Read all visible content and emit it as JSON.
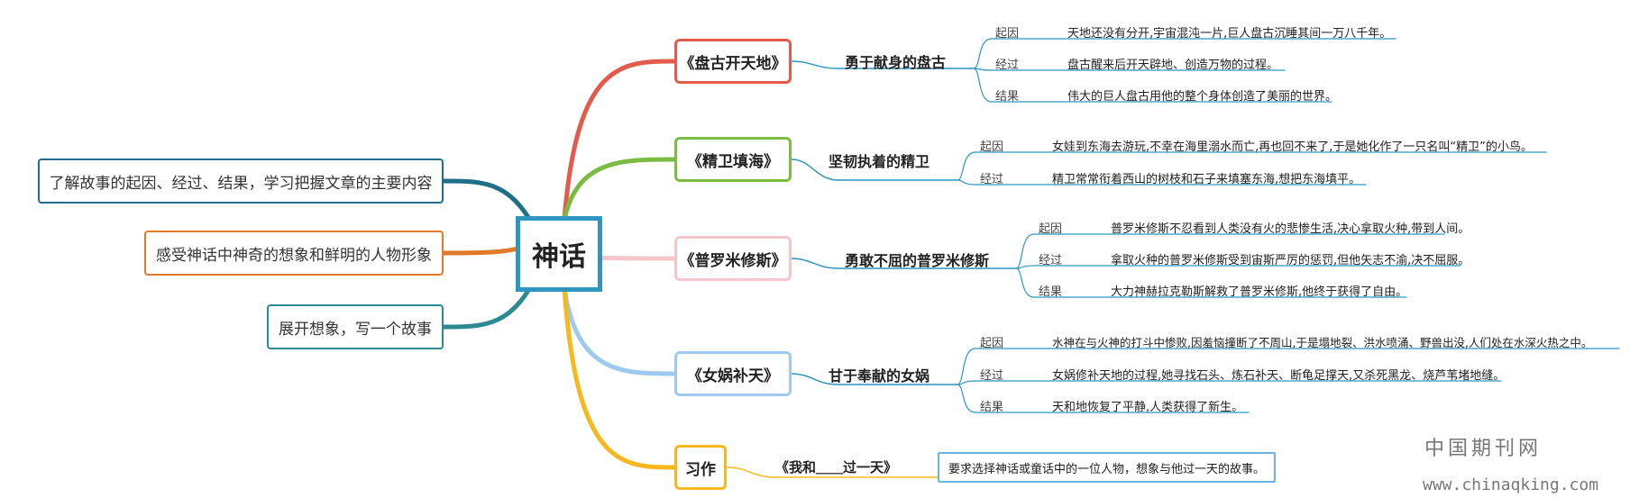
{
  "center": {
    "title": "神话"
  },
  "goals": [
    {
      "text": "了解故事的起因、经过、结果，学习把握文章的主要内容",
      "color": "#1f6f8b"
    },
    {
      "text": "感受神话中神奇的想象和鲜明的人物形象",
      "color": "#e07a2a"
    },
    {
      "text": "展开想象，写一个故事",
      "color": "#2e8a92"
    }
  ],
  "stories": [
    {
      "title": "《盘古开天地》",
      "subtitle": "勇于献身的盘古",
      "color": "#e25b4c",
      "details": [
        {
          "label": "起因",
          "text": "天地还没有分开,宇宙混沌一片,巨人盘古沉睡其间一万八千年。"
        },
        {
          "label": "经过",
          "text": "盘古醒来后开天辟地、创造万物的过程。"
        },
        {
          "label": "结果",
          "text": "伟大的巨人盘古用他的整个身体创造了美丽的世界。"
        }
      ]
    },
    {
      "title": "《精卫填海》",
      "subtitle": "坚韧执着的精卫",
      "color": "#7cbc43",
      "details": [
        {
          "label": "起因",
          "text": "女娃到东海去游玩,不幸在海里溺水而亡,再也回不来了,于是她化作了一只名叫“精卫”的小鸟。"
        },
        {
          "label": "经过",
          "text": "精卫常常衔着西山的树枝和石子来填塞东海,想把东海填平。"
        }
      ]
    },
    {
      "title": "《普罗米修斯》",
      "subtitle": "勇敢不屈的普罗米修斯",
      "color": "#f4c6cb",
      "details": [
        {
          "label": "起因",
          "text": "普罗米修斯不忍看到人类没有火的悲惨生活,决心拿取火种,带到人间。"
        },
        {
          "label": "经过",
          "text": "拿取火种的普罗米修斯受到宙斯严厉的惩罚,但他矢志不渝,决不屈服。"
        },
        {
          "label": "结果",
          "text": "大力神赫拉克勒斯解救了普罗米修斯,他终于获得了自由。"
        }
      ]
    },
    {
      "title": "《女娲补天》",
      "subtitle": "甘于奉献的女娲",
      "color": "#9fcaf0",
      "details": [
        {
          "label": "起因",
          "text": "水神在与火神的打斗中惨败,因羞恼撞断了不周山,于是塌地裂、洪水喷涌、野兽出没,人们处在水深火热之中。"
        },
        {
          "label": "经过",
          "text": "女娲修补天地的过程,她寻找石头、炼石补天、断龟足撑天,又杀死黑龙、烧芦苇堵地缝。"
        },
        {
          "label": "结果",
          "text": "天和地恢复了平静,人类获得了新生。"
        }
      ]
    }
  ],
  "essay": {
    "title": "习作",
    "subtitle": "《我和＿＿过一天》",
    "requirement": "要求选择神话或童话中的一位人物，想象与他过一天的故事。",
    "color": "#f6b81e"
  },
  "watermark": {
    "cn": "中国期刊网",
    "en": "www.chinaqking.com"
  }
}
